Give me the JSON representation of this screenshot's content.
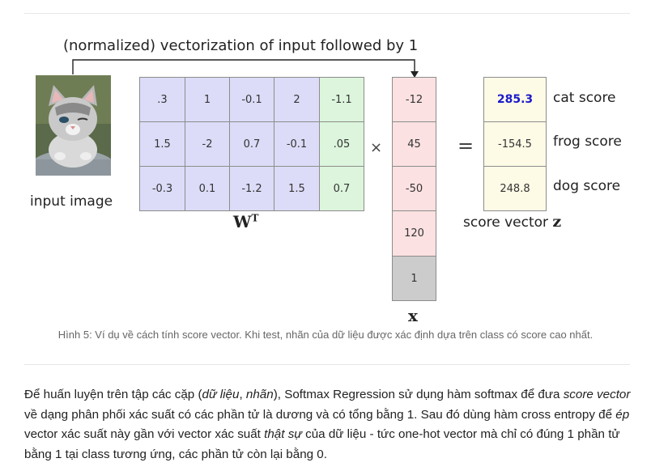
{
  "figure": {
    "header": "(normalized) vectorization of input followed by 1",
    "input_label": "input image",
    "wt_label": "W",
    "wt_sup": "T",
    "times": "×",
    "equals": "=",
    "x_label": "x",
    "score_label_prefix": "score vector ",
    "score_label_var": "z",
    "w_rows": [
      [
        ".3",
        "1",
        "-0.1",
        "2",
        "-1.1"
      ],
      [
        "1.5",
        "-2",
        "0.7",
        "-0.1",
        ".05"
      ],
      [
        "-0.3",
        "0.1",
        "-1.2",
        "1.5",
        "0.7"
      ]
    ],
    "x_values": [
      "-12",
      "45",
      "-50",
      "120",
      "1"
    ],
    "scores": [
      "285.3",
      "-154.5",
      "248.8"
    ],
    "class_labels": [
      "cat score",
      "frog score",
      "dog score"
    ],
    "colors": {
      "weights": "#dcdcf8",
      "bias": "#dcf5dc",
      "input": "#fbe1e1",
      "appended_one": "#cccccc",
      "score": "#fdfae6",
      "highlight": "#1a1acc"
    }
  },
  "caption": "Hình 5: Ví dụ về cách tính score vector. Khi test, nhãn của dữ liệu được xác định dựa trên class có score cao nhất.",
  "paragraph": {
    "p1": "Để huấn luyện trên tập các cặp (",
    "i1": "dữ liệu",
    "p2": ", ",
    "i2": "nhãn",
    "p3": "), Softmax Regression sử dụng hàm softmax để đưa ",
    "i3": "score vector",
    "p4": " về dạng phân phối xác suất có các phần tử là dương và có tổng bằng 1. Sau đó dùng hàm cross entropy để ",
    "i4": "ép",
    "p5": " vector xác suất này gần với vector xác suất ",
    "i5": "thật sự",
    "p6": " của dữ liệu - tức one-hot vector mà chỉ có đúng 1 phần tử bằng 1 tại class tương ứng, các phần tử còn lại bằng 0."
  }
}
